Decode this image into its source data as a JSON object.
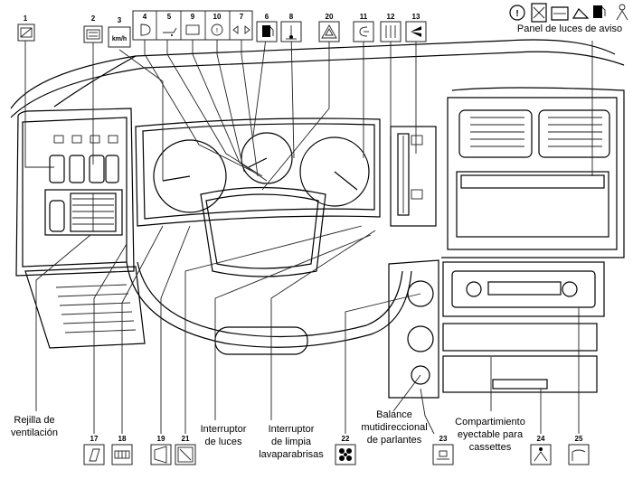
{
  "panel_label": "Panel de luces de aviso",
  "captions": {
    "rejilla_1": "Rejilla de",
    "rejilla_2": "ventilación",
    "luces_1": "Interruptor",
    "luces_2": "de luces",
    "limpia_1": "Interruptor",
    "limpia_2": "de limpia",
    "limpia_3": "lavaparabrisas",
    "balance_1": "Balance",
    "balance_2": "mutidireccional",
    "balance_3": "de parlantes",
    "cassette_1": "Compartimiento",
    "cassette_2": "eyectable para",
    "cassette_3": "cassettes"
  },
  "callouts": {
    "c1": "1",
    "c2": "2",
    "c3": "3",
    "c4": "4",
    "c5": "5",
    "c6": "6",
    "c7": "7",
    "c8": "8",
    "c9": "9",
    "c10": "10",
    "c11": "11",
    "c12": "12",
    "c13": "13",
    "c17": "17",
    "c18": "18",
    "c19": "19",
    "c20": "20",
    "c21": "21",
    "c22": "22",
    "c23": "23",
    "c24": "24",
    "c25": "25"
  },
  "icon_text": {
    "speed_unit": "km/h"
  },
  "icons": [
    "light-icon",
    "wiper-icon",
    "speed-icon",
    "headlamp-icon",
    "oil-icon",
    "battery-icon",
    "brake-icon",
    "turn-signal-icon",
    "fuel-icon",
    "temperature-icon",
    "hazard-icon",
    "choke-icon",
    "heat-icon",
    "fan-icon",
    "defrost-icon",
    "horn-icon",
    "rear-wiper-icon",
    "seatbelt-icon",
    "cassette-icon"
  ]
}
